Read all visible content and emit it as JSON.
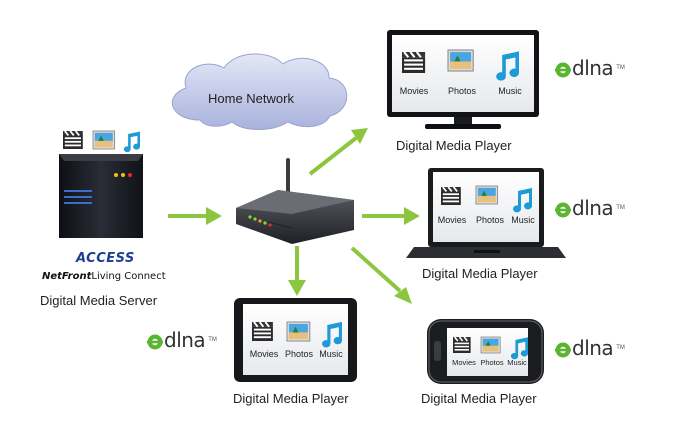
{
  "cloud": {
    "label": "Home Network"
  },
  "server": {
    "brand": "ACCESS",
    "product_bold": "NetFront",
    "product_rest": "Living Connect",
    "caption": "Digital Media Server"
  },
  "media_labels": {
    "movies": "Movies",
    "photos": "Photos",
    "music": "Music"
  },
  "players": {
    "tv": {
      "caption": "Digital Media Player"
    },
    "laptop": {
      "caption": "Digital Media Player"
    },
    "tablet": {
      "caption": "Digital Media Player"
    },
    "phone": {
      "caption": "Digital Media Player"
    }
  },
  "dlna": {
    "text": "dlna",
    "tm": "TM"
  },
  "colors": {
    "arrow": "#8cc63f",
    "dlna_logo": "#5cb531",
    "cloud": "#bfc6e6",
    "server_body": "#1c1e24",
    "music_note": "#1e9ad6"
  }
}
